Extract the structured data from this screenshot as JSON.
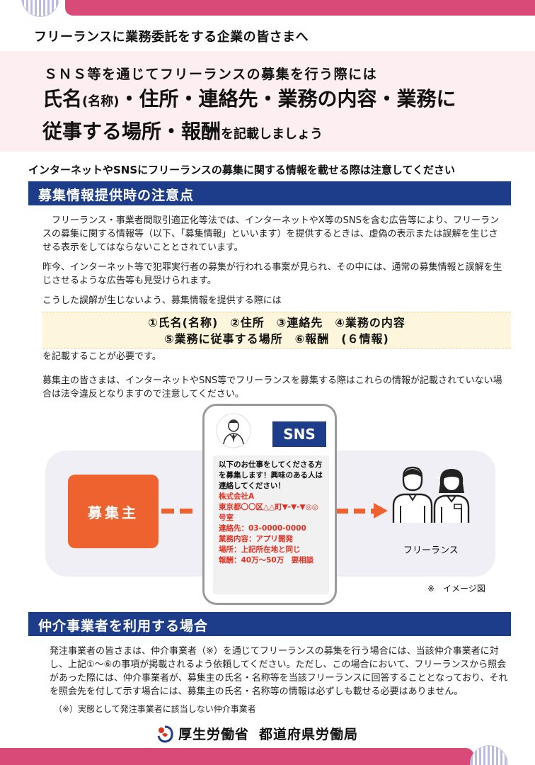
{
  "header": {
    "audience": "フリーランスに業務委託をする企業の皆さまへ",
    "headline_line1": "ＳＮＳ等を通じてフリーランスの募集を行う際には",
    "headline_line2_a": "氏名",
    "headline_line2_b": "(名称)",
    "headline_line2_c": "・住所・連絡先・業務の内容・業務に",
    "headline_line3_a": "従事する場所・報酬",
    "headline_line3_b": "を記載しましょう"
  },
  "warning_line": "インターネットやSNSにフリーランスの募集に関する情報を載せる際は注意してください",
  "section1": {
    "title": "募集情報提供時の注意点",
    "p1": "フリーランス・事業者間取引適正化等法では、インターネットやX等のSNSを含む広告等により、フリーランスの募集に関する情報等（以下、「募集情報」といいます）を提供するときは、虚偽の表示または誤解を生じさせる表示をしてはならないこととされています。",
    "p2": "昨今、インターネット等で犯罪実行者の募集が行われる事案が見られ、その中には、通常の募集情報と誤解を生じさせるような広告等も見受けられます。",
    "p3": "こうした誤解が生じないよう、募集情報を提供する際には",
    "highlight_line1": "①氏名(名称)　②住所　③連絡先　④業務の内容",
    "highlight_line2": "⑤業務に従事する場所　⑥報酬　(６情報)",
    "p4": "を記載することが必要です。",
    "p5": "募集主の皆さまは、インターネットやSNS等でフリーランスを募集する際はこれらの情報が記載されていない場合は法令違反となりますので注意してください。"
  },
  "diagram": {
    "employer_label": "募集主",
    "sns_label": "SNS",
    "post_intro": "以下のお仕事をしてくださる方を募集します！興味のある人は連絡してください！",
    "post_company": "株式会社A",
    "post_address": "東京都〇〇区△△町▼-▼-▼◎◎号室",
    "post_contact": "連絡先：03-0000-0000",
    "post_work": "業務内容：アプリ開発",
    "post_place": "場所：上記所在地と同じ",
    "post_pay": "報酬：40万～50万　要相談",
    "freelance_label": "フリーランス",
    "image_note": "※　イメージ図"
  },
  "section2": {
    "title": "仲介事業者を利用する場合",
    "p1": "発注事業者の皆さまは、仲介事業者（※）を通じてフリーランスの募集を行う場合には、当該仲介事業者に対し、上記①～⑥の事項が掲載されるよう依頼してください。ただし、この場合において、フリーランスから照会があった際には、仲介事業者が、募集主の氏名・名称等を当該フリーランスに回答することとなっており、それを照会先を付して示す場合には、募集主の氏名・名称等の情報は必ずしも載せる必要はありません。",
    "note": "（※）実態として発注事業者に該当しない仲介事業者"
  },
  "footer": {
    "ministry": "厚生労働省",
    "bureau": "都道府県労働局"
  },
  "colors": {
    "pink_accent": "#d94a78",
    "navy": "#1d3c8a",
    "orange": "#ee6230",
    "post_red": "#e03224"
  }
}
